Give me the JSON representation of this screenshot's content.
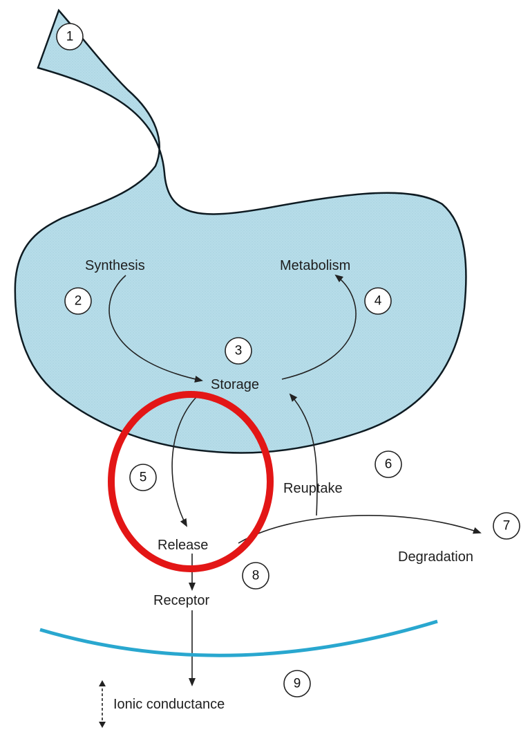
{
  "colors": {
    "terminal_fill": "#b7dde9",
    "terminal_stroke": "#0e1b22",
    "membrane": "#29a7cf",
    "highlight": "#e31616",
    "line": "#222222"
  },
  "labels": {
    "synthesis": "Synthesis",
    "metabolism": "Metabolism",
    "storage": "Storage",
    "reuptake": "Reuptake",
    "release": "Release",
    "degradation": "Degradation",
    "receptor": "Receptor",
    "ionic_conductance": "Ionic conductance"
  },
  "steps": [
    "1",
    "2",
    "3",
    "4",
    "5",
    "6",
    "7",
    "8",
    "9"
  ]
}
